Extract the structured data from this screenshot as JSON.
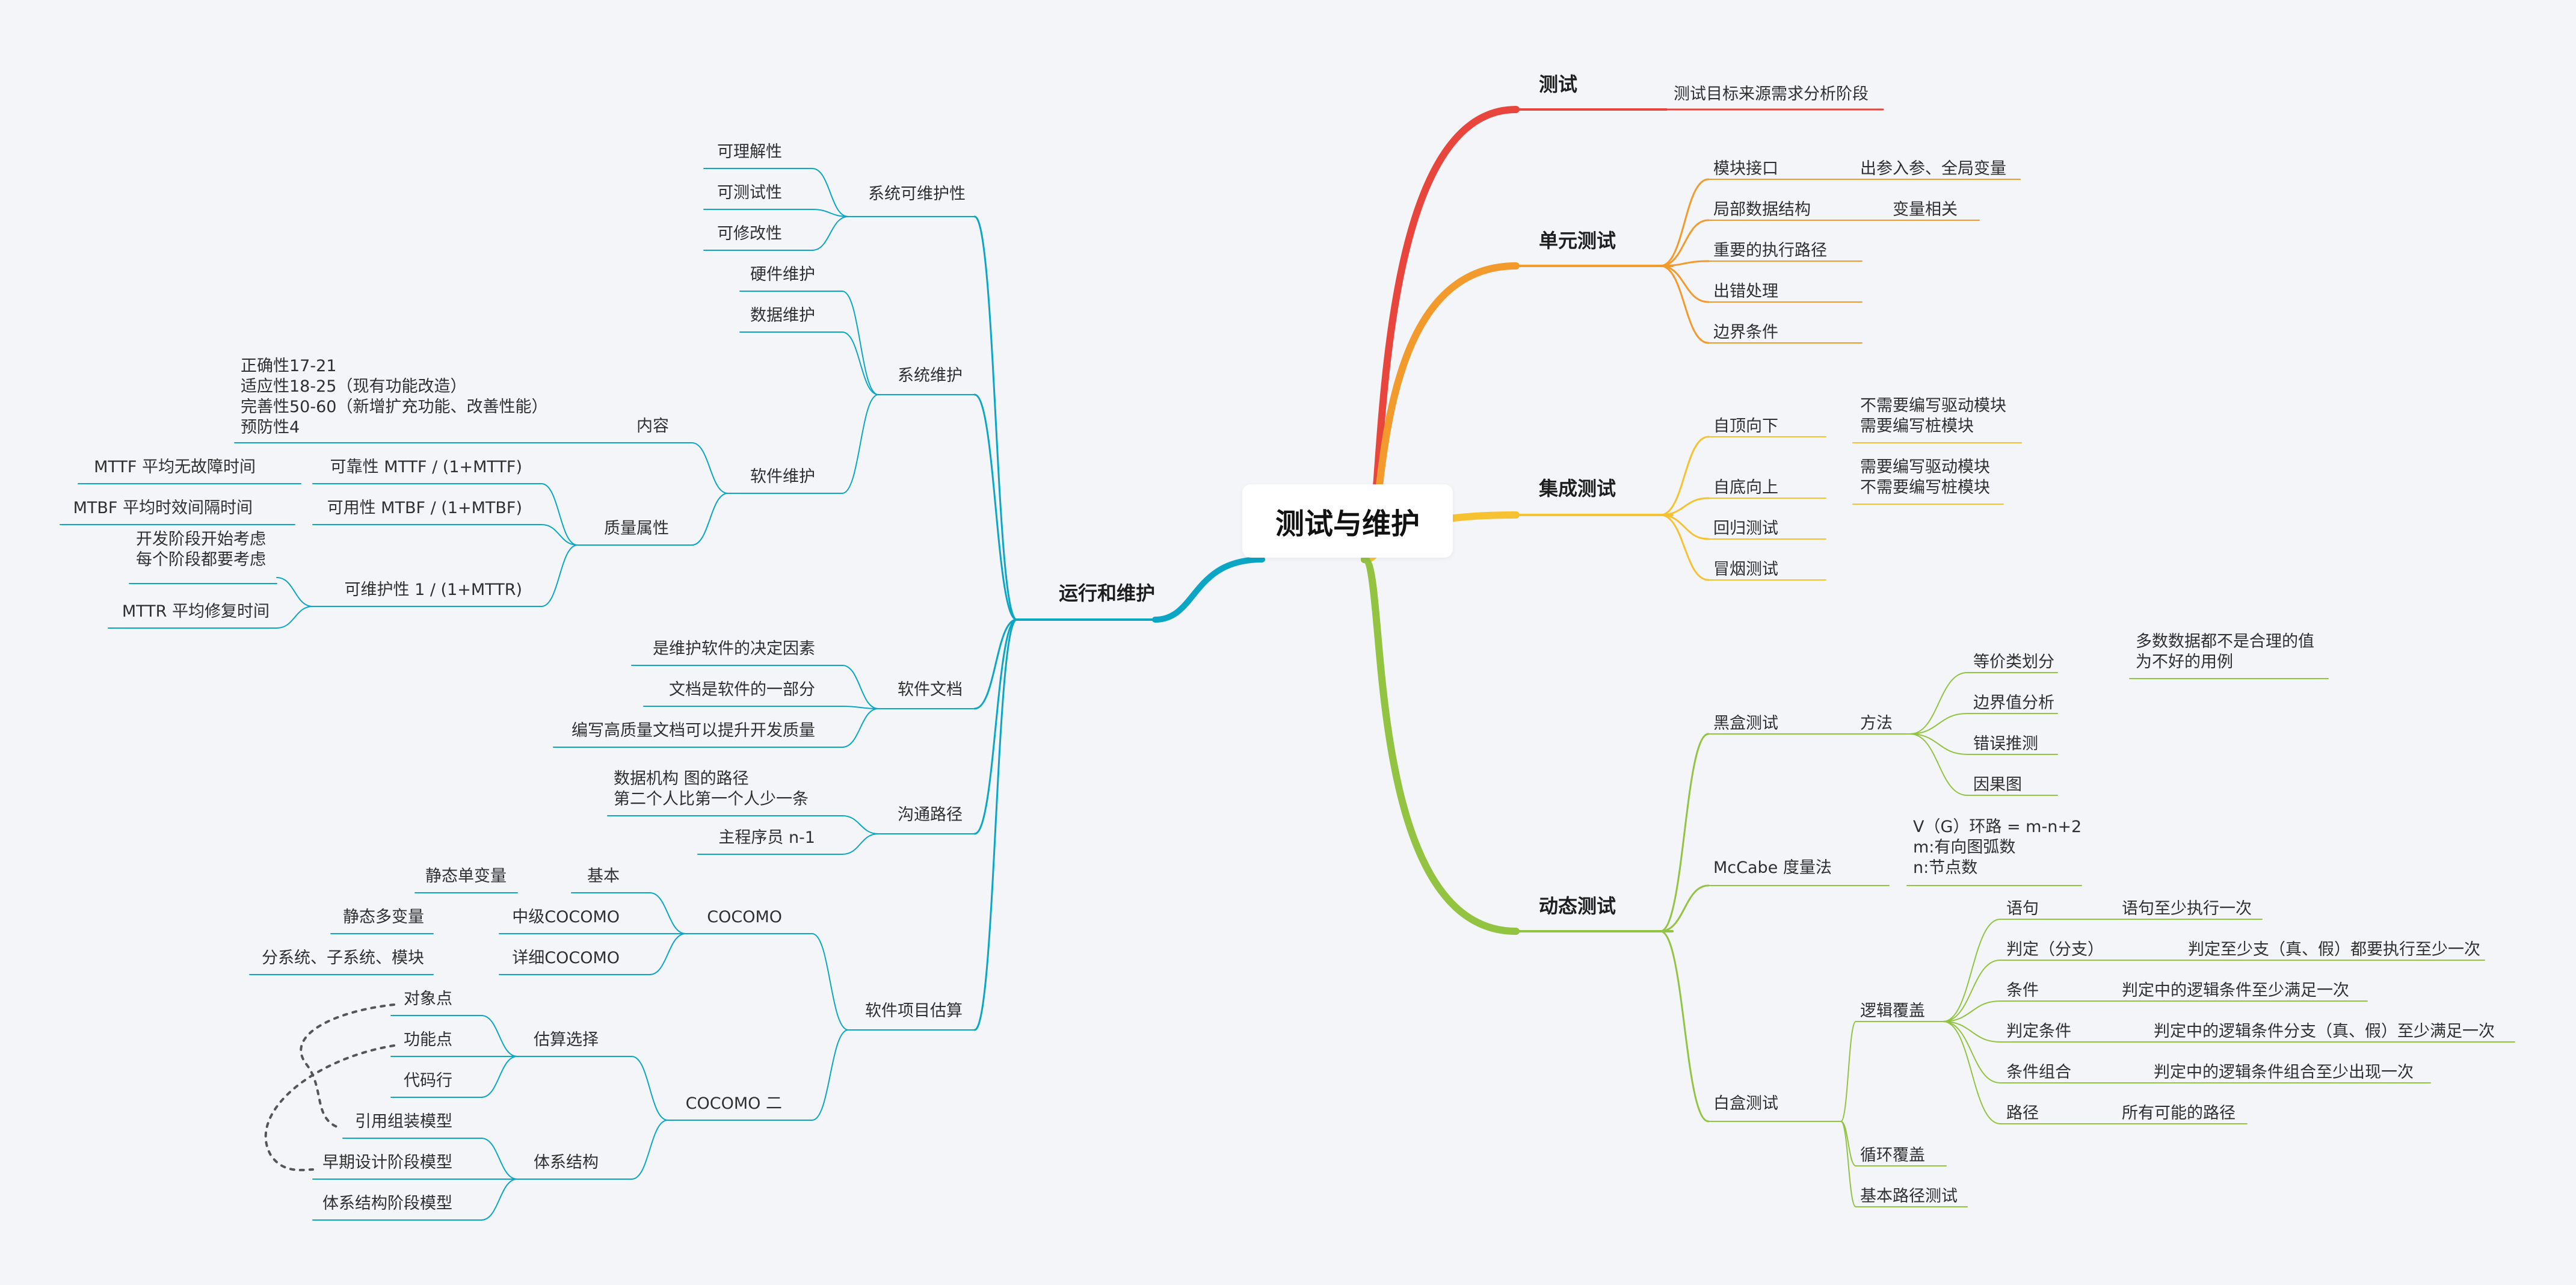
{
  "root": "测试与维护",
  "right": {
    "test": {
      "label": "测试",
      "items": [
        "测试目标来源需求分析阶段"
      ]
    },
    "unit": {
      "label": "单元测试",
      "items": [
        {
          "label": "模块接口",
          "child": "出参入参、全局变量"
        },
        {
          "label": "局部数据结构",
          "child": "变量相关"
        },
        {
          "label": "重要的执行路径"
        },
        {
          "label": "出错处理"
        },
        {
          "label": "边界条件"
        }
      ]
    },
    "integ": {
      "label": "集成测试",
      "items": [
        {
          "label": "自顶向下",
          "child": [
            "不需要编写驱动模块",
            "需要编写桩模块"
          ]
        },
        {
          "label": "自底向上",
          "child": [
            "需要编写驱动模块",
            "不需要编写桩模块"
          ]
        },
        {
          "label": "回归测试"
        },
        {
          "label": "冒烟测试"
        }
      ]
    },
    "dynamic": {
      "label": "动态测试",
      "blackbox": {
        "label": "黑盒测试",
        "method": "方法",
        "equiv": "等价类划分",
        "equiv_note": [
          "多数数据都不是合理的值",
          "为不好的用例"
        ],
        "boundary": "边界值分析",
        "guess": "错误推测",
        "cause": "因果图"
      },
      "mccabe": {
        "label": "McCabe 度量法",
        "note": [
          "V（G）环路 = m-n+2",
          "m:有向图弧数",
          "n:节点数"
        ]
      },
      "whitebox": {
        "label": "白盒测试",
        "logic": "逻辑覆盖",
        "logic_items": [
          {
            "label": "语句",
            "desc": "语句至少执行一次"
          },
          {
            "label": "判定（分支）",
            "desc": "判定至少支（真、假）都要执行至少一次"
          },
          {
            "label": "条件",
            "desc": "判定中的逻辑条件至少满足一次"
          },
          {
            "label": "判定条件",
            "desc": "判定中的逻辑条件分支（真、假）至少满足一次"
          },
          {
            "label": "条件组合",
            "desc": "判定中的逻辑条件组合至少出现一次"
          },
          {
            "label": "路径",
            "desc": "所有可能的路径"
          }
        ],
        "loop": "循环覆盖",
        "basic": "基本路径测试"
      }
    }
  },
  "left": {
    "main": "运行和维护",
    "maint": {
      "label": "系统可维护性",
      "items": [
        "可理解性",
        "可测试性",
        "可修改性"
      ]
    },
    "sys": {
      "label": "系统维护",
      "hw": "硬件维护",
      "data": "数据维护",
      "soft": "软件维护",
      "content": "内容",
      "content_note": [
        "正确性17-21",
        "适应性18-25（现有功能改造）",
        "完善性50-60（新增扩充功能、改善性能）",
        "预防性4"
      ],
      "quality": "质量属性",
      "reliab": "可靠性 MTTF / (1+MTTF)",
      "reliab_note": "MTTF 平均无故障时间",
      "avail": "可用性 MTBF / (1+MTBF)",
      "avail_note": "MTBF 平均时效间隔时间",
      "maintain": "可维护性 1 / (1+MTTR)",
      "maintain_note": [
        "开发阶段开始考虑",
        "每个阶段都要考虑"
      ],
      "mttr": "MTTR 平均修复时间"
    },
    "doc": {
      "label": "软件文档",
      "items": [
        "是维护软件的决定因素",
        "文档是软件的一部分",
        "编写高质量文档可以提升开发质量"
      ]
    },
    "comm": {
      "label": "沟通路径",
      "note": [
        "数据机构 图的路径",
        "第二个人比第一个人少一条"
      ],
      "formula": "主程序员  n-1"
    },
    "est": {
      "label": "软件项目估算",
      "cocomo": "COCOMO",
      "basic": "基本",
      "basic_note": "静态单变量",
      "mid": "中级COCOMO",
      "mid_note": "静态多变量",
      "detail": "详细COCOMO",
      "detail_note": "分系统、子系统、模块",
      "cocomo2": "COCOMO 二",
      "choice": "估算选择",
      "obj": "对象点",
      "func": "功能点",
      "loc": "代码行",
      "arch": "体系结构",
      "reuse": "引用组装模型",
      "early": "早期设计阶段模型",
      "archmodel": "体系结构阶段模型"
    }
  }
}
